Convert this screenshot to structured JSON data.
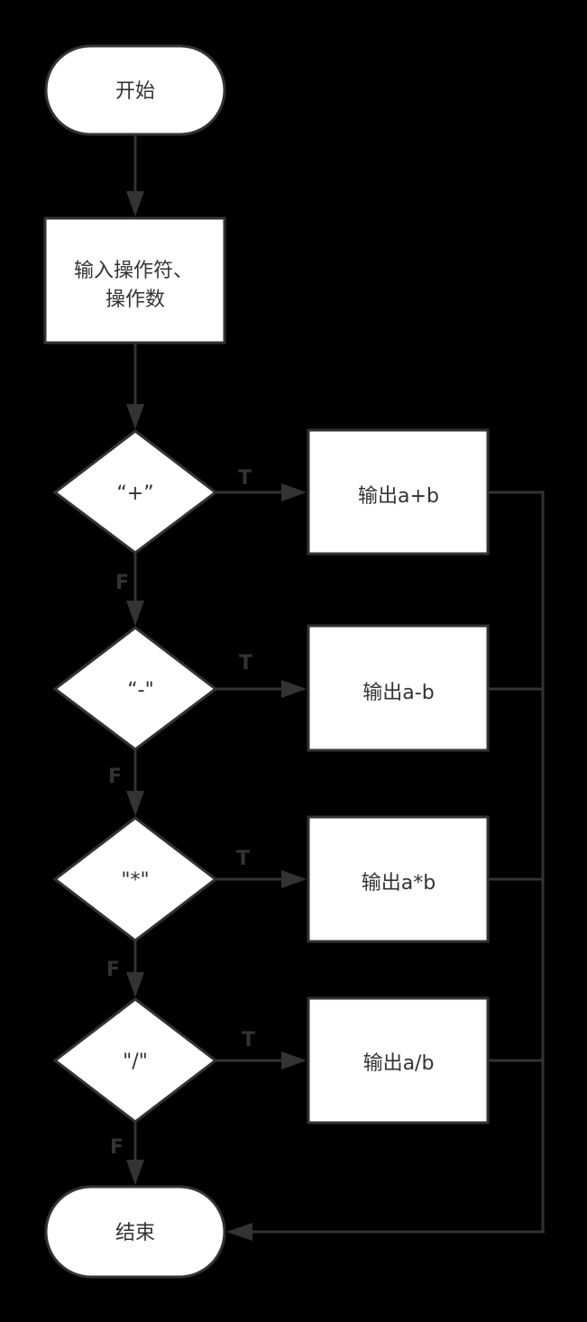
{
  "colors": {
    "background": "#000000",
    "node_fill": "#ffffff",
    "stroke": "#333333",
    "text": "#333333"
  },
  "nodes": {
    "start": "开始",
    "input_line1": "输入操作符、",
    "input_line2": "操作数",
    "dec_plus": "“+”",
    "dec_minus": "“-\"",
    "dec_mul": "\"*\"",
    "dec_div": "\"/\"",
    "out_plus": "输出a+b",
    "out_minus": "输出a-b",
    "out_mul": "输出a*b",
    "out_div": "输出a/b",
    "end": "结束"
  },
  "edge_labels": {
    "true": "T",
    "false": "F"
  }
}
